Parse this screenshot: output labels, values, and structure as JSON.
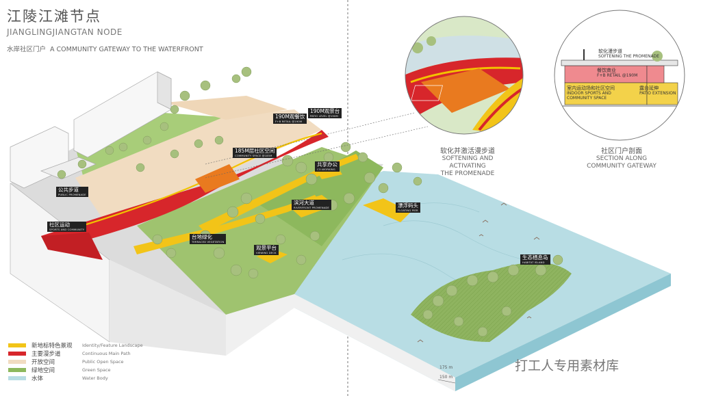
{
  "title": {
    "cn": "江陵江滩节点",
    "en": "JIANGLINGJIANGTAN NODE"
  },
  "subtitle": {
    "cn": "水岸社区门户",
    "en": "A COMMUNITY GATEWAY TO THE WATERFRONT"
  },
  "tags": [
    {
      "cn": "190M观餐饮",
      "en": "F+B RETAIL @190M"
    },
    {
      "cn": "190M观景台",
      "en": "PATIO LEVEL @190M"
    },
    {
      "cn": "185M层社区空间",
      "en": "COMMUNITY SPACE @185M"
    },
    {
      "cn": "共享办公",
      "en": "CO-WORKING"
    },
    {
      "cn": "公共步道",
      "en": "PUBLIC PROMENADE"
    },
    {
      "cn": "滨河大道",
      "en": "RIVERFRONT PROMENADE"
    },
    {
      "cn": "漂浮码头",
      "en": "FLOATING PIER"
    },
    {
      "cn": "社区运动",
      "en": "SPORTS AND COMMUNITY"
    },
    {
      "cn": "台地绿化",
      "en": "TERRACED VEGETATION"
    },
    {
      "cn": "观景平台",
      "en": "VIEWING DECK"
    },
    {
      "cn": "生态栖息岛",
      "en": "HABITAT ISLAND"
    }
  ],
  "captions": {
    "promenade": {
      "cn": "软化并激活漫步道",
      "en1": "SOFTENING AND ACTIVATING",
      "en2": "THE PROMENADE"
    },
    "section": {
      "cn": "社区门户剖面",
      "en1": "SECTION ALONG",
      "en2": "COMMUNITY GATEWAY"
    }
  },
  "section": {
    "promenade": {
      "cn": "软化漫步道",
      "en": "SOFTENING THE PROMENADE"
    },
    "retail": {
      "cn": "餐饮商业",
      "en": "F+B RETAIL @190M"
    },
    "indoor": {
      "cn": "室内运动场和社区空间",
      "en1": "INDOOR SPORTS AND",
      "en2": "COMMUNITY SPACE"
    },
    "patio": {
      "cn": "露台延伸",
      "en": "PATIO EXTENSION"
    }
  },
  "legend": [
    {
      "cn": "新地标特色景观",
      "en": "Identity/Feature Landscape",
      "color": "#f2c418"
    },
    {
      "cn": "主要漫步道",
      "en": "Continuous Main Path",
      "color": "#d7262b"
    },
    {
      "cn": "开放空间",
      "en": "Public Open Space",
      "color": "#f1dcc1"
    },
    {
      "cn": "绿地空间",
      "en": "Green Space",
      "color": "#8db85d"
    },
    {
      "cn": "水体",
      "en": "Water Body",
      "color": "#b8dde4"
    }
  ],
  "scale": [
    "175 m",
    "150 m"
  ],
  "watermark": "打工人专用素材库"
}
